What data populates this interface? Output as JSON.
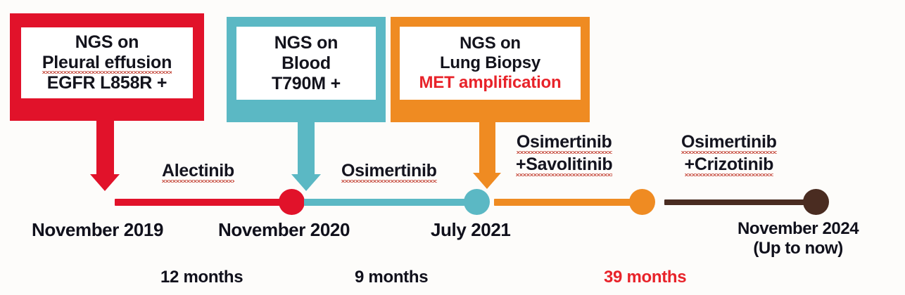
{
  "diagram": {
    "title": "NSCLC treatment timeline with serial NGS testing",
    "colors": {
      "red": "#e1122a",
      "teal": "#5bb8c4",
      "orange": "#ef8b22",
      "brown": "#4a2c21",
      "accent_red_text": "#e8232a",
      "text_dark": "#13131c",
      "background": "#fdfcfa"
    }
  },
  "test_boxes": [
    {
      "id": "pleural-effusion",
      "color": "#e1122a",
      "line1": "NGS on",
      "line2": "Pleural effusion",
      "line3": "EGFR L858R +",
      "line3_accent": false
    },
    {
      "id": "blood",
      "color": "#5bb8c4",
      "line1": "NGS on",
      "line2": "Blood",
      "line3": "T790M +",
      "line3_accent": false
    },
    {
      "id": "lung-biopsy",
      "color": "#ef8b22",
      "line1": "NGS on",
      "line2": "Lung Biopsy",
      "line3": "MET amplification",
      "line3_accent": true
    }
  ],
  "treatments": [
    {
      "id": "alectinib",
      "line1": "Alectinib",
      "line2": ""
    },
    {
      "id": "osimertinib",
      "line1": "Osimertinib",
      "line2": ""
    },
    {
      "id": "osimertinib-savolitinib",
      "line1": "Osimertinib",
      "line2": "+Savolitinib"
    },
    {
      "id": "osimertinib-crizotinib",
      "line1": "Osimertinib",
      "line2": "+Crizotinib"
    }
  ],
  "timepoints": [
    {
      "id": "t1",
      "label": "November 2019",
      "sublabel": ""
    },
    {
      "id": "t2",
      "label": "November 2020",
      "sublabel": ""
    },
    {
      "id": "t3",
      "label": "July 2021",
      "sublabel": ""
    },
    {
      "id": "t4",
      "label": "November 2024",
      "sublabel": "(Up to now)"
    }
  ],
  "durations": [
    {
      "id": "d1",
      "label": "12 months",
      "color": "#10101b"
    },
    {
      "id": "d2",
      "label": "9 months",
      "color": "#10101b"
    },
    {
      "id": "d3",
      "label": "39 months",
      "color": "#e8232a"
    }
  ]
}
